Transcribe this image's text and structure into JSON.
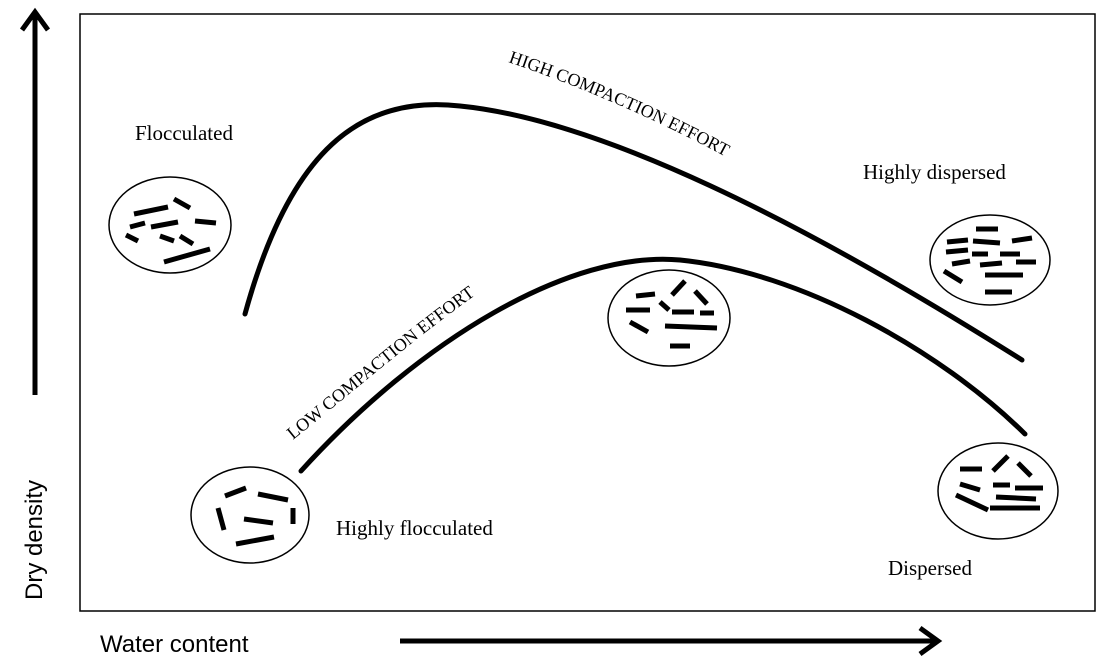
{
  "axes": {
    "x_label": "Water content",
    "y_label": "Dry density"
  },
  "curves": {
    "high": {
      "label": "HIGH COMPACTION EFFORT"
    },
    "low": {
      "label": "LOW COMPACTION EFFORT"
    }
  },
  "states": {
    "flocculated": "Flocculated",
    "highly_dispersed": "Highly dispersed",
    "highly_flocculated": "Highly flocculated",
    "dispersed": "Dispersed"
  }
}
